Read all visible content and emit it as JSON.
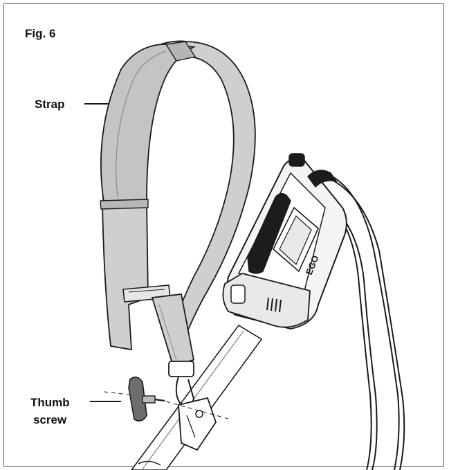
{
  "figure": {
    "title": "Fig. 6",
    "labels": {
      "strap": "Strap",
      "thumb_screw_line1": "Thumb",
      "thumb_screw_line2": "screw"
    },
    "brand_mark": "EGO"
  },
  "colors": {
    "strap_fill": "#cfcfcf",
    "strap_dark": "#a8a8a8",
    "line": "#1a1a1a",
    "grip": "#1c1c1c",
    "frame": "#555555"
  }
}
